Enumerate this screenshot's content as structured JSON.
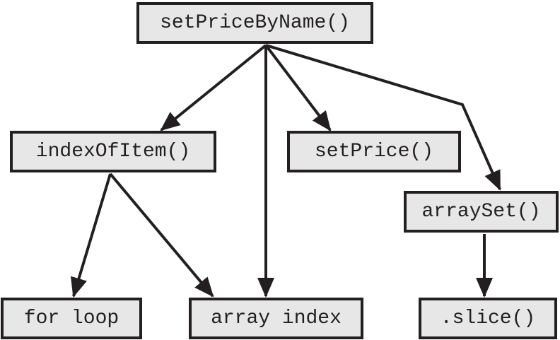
{
  "diagram": {
    "stroke_color": "#231f20",
    "box_fill": "#e7e7e7",
    "nodes": {
      "root": "setPriceByName()",
      "index_of_item": "indexOfItem()",
      "set_price": "setPrice()",
      "array_set": "arraySet()",
      "for_loop": "for loop",
      "array_index": "array index",
      "slice": ".slice()"
    },
    "edges": [
      {
        "from": "setPriceByName()",
        "to": "indexOfItem()"
      },
      {
        "from": "setPriceByName()",
        "to": "array index"
      },
      {
        "from": "setPriceByName()",
        "to": "setPrice()"
      },
      {
        "from": "setPriceByName()",
        "to": "arraySet()"
      },
      {
        "from": "indexOfItem()",
        "to": "for loop"
      },
      {
        "from": "indexOfItem()",
        "to": "array index"
      },
      {
        "from": "arraySet()",
        "to": ".slice()"
      }
    ]
  }
}
